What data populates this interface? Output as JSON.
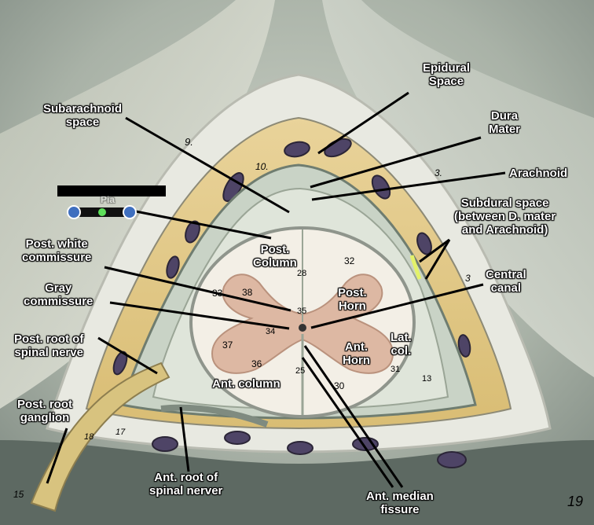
{
  "labels": {
    "epidural_space": "Epidural\nSpace",
    "subarachnoid_space": "Subarachnoid\nspace",
    "dura_mater": "Dura\nMater",
    "arachnoid": "Arachnoid",
    "pia": "Pia",
    "subdural_space": "Subdural space\n(between D. mater\nand Arachnoid)",
    "post_white_commissure": "Post. white\ncommissure",
    "central_canal": "Central\ncanal",
    "gray_commissure": "Gray\ncommissure",
    "post_root_spinal_nerve": "Post. root of\nspinal nerve",
    "post_root_ganglion": "Post. root\nganglion",
    "ant_root_spinal_nerve": "Ant. root of\nspinal nerver",
    "ant_median_fissure": "Ant. median\nfissure",
    "post_column": "Post.\nColumn",
    "post_horn": "Post.\nHorn",
    "ant_horn": "Ant.\nHorn",
    "lat_col": "Lat.\ncol.",
    "ant_column": "Ant. column"
  },
  "model_numbers": {
    "n9": "9.",
    "n10": "10.",
    "n3a": "3.",
    "n3b": "3",
    "n28": "28",
    "n32": "32",
    "n38": "38",
    "n33": "33",
    "n35": "35",
    "n34": "34",
    "n37": "37",
    "n36": "36",
    "n25": "25",
    "n30": "30",
    "n31": "31",
    "n13": "13",
    "n19": "19",
    "n15": "15",
    "n18": "18",
    "n17": "17"
  },
  "colors": {
    "background": "#9aa59c",
    "leader_lines": "#000000",
    "handle_blue": "#3f6fbf",
    "handle_green": "#5ee05a"
  }
}
